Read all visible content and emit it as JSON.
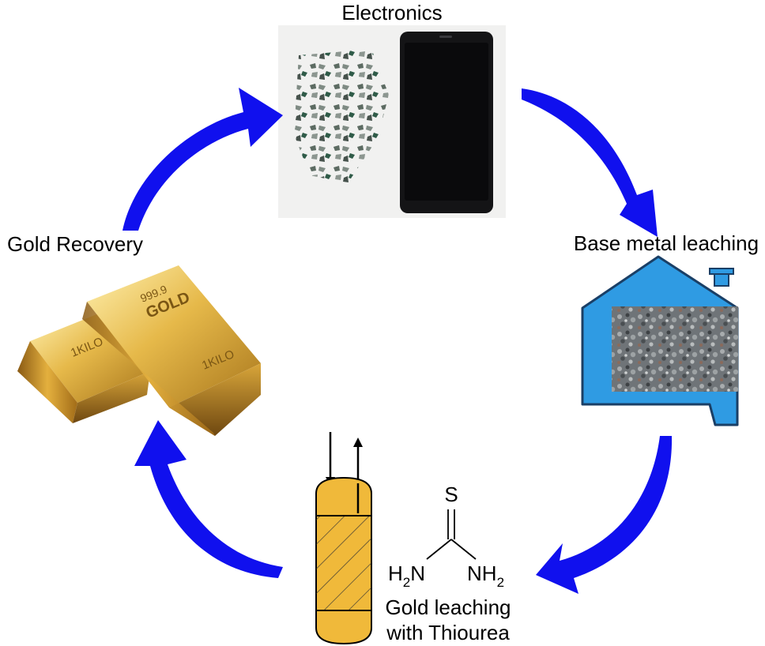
{
  "stages": {
    "electronics": {
      "label": "Electronics",
      "image": "shredded-electronics-and-phone"
    },
    "base_metal": {
      "label": "Base metal leaching",
      "image": "heap-leaching-house"
    },
    "gold_leaching": {
      "label_line1": "Gold leaching",
      "label_line2": "with Thiourea",
      "image": "column-reactor"
    },
    "gold_recovery": {
      "label": "Gold Recovery",
      "image": "gold-bars"
    }
  },
  "thiourea": {
    "atom_s": "S",
    "left": "H",
    "left_sub": "2",
    "left_n": "N",
    "right_nh": "NH",
    "right_sub": "2"
  },
  "gold_bar_text": {
    "stamp_top": "999.9",
    "stamp_mid": "GOLD",
    "stamp_weight": "1KILO"
  },
  "colors": {
    "arrow": "#1010ee",
    "gold": "#f0b93a",
    "house": "#2f9be3",
    "house_outline": "#1a3f66"
  }
}
